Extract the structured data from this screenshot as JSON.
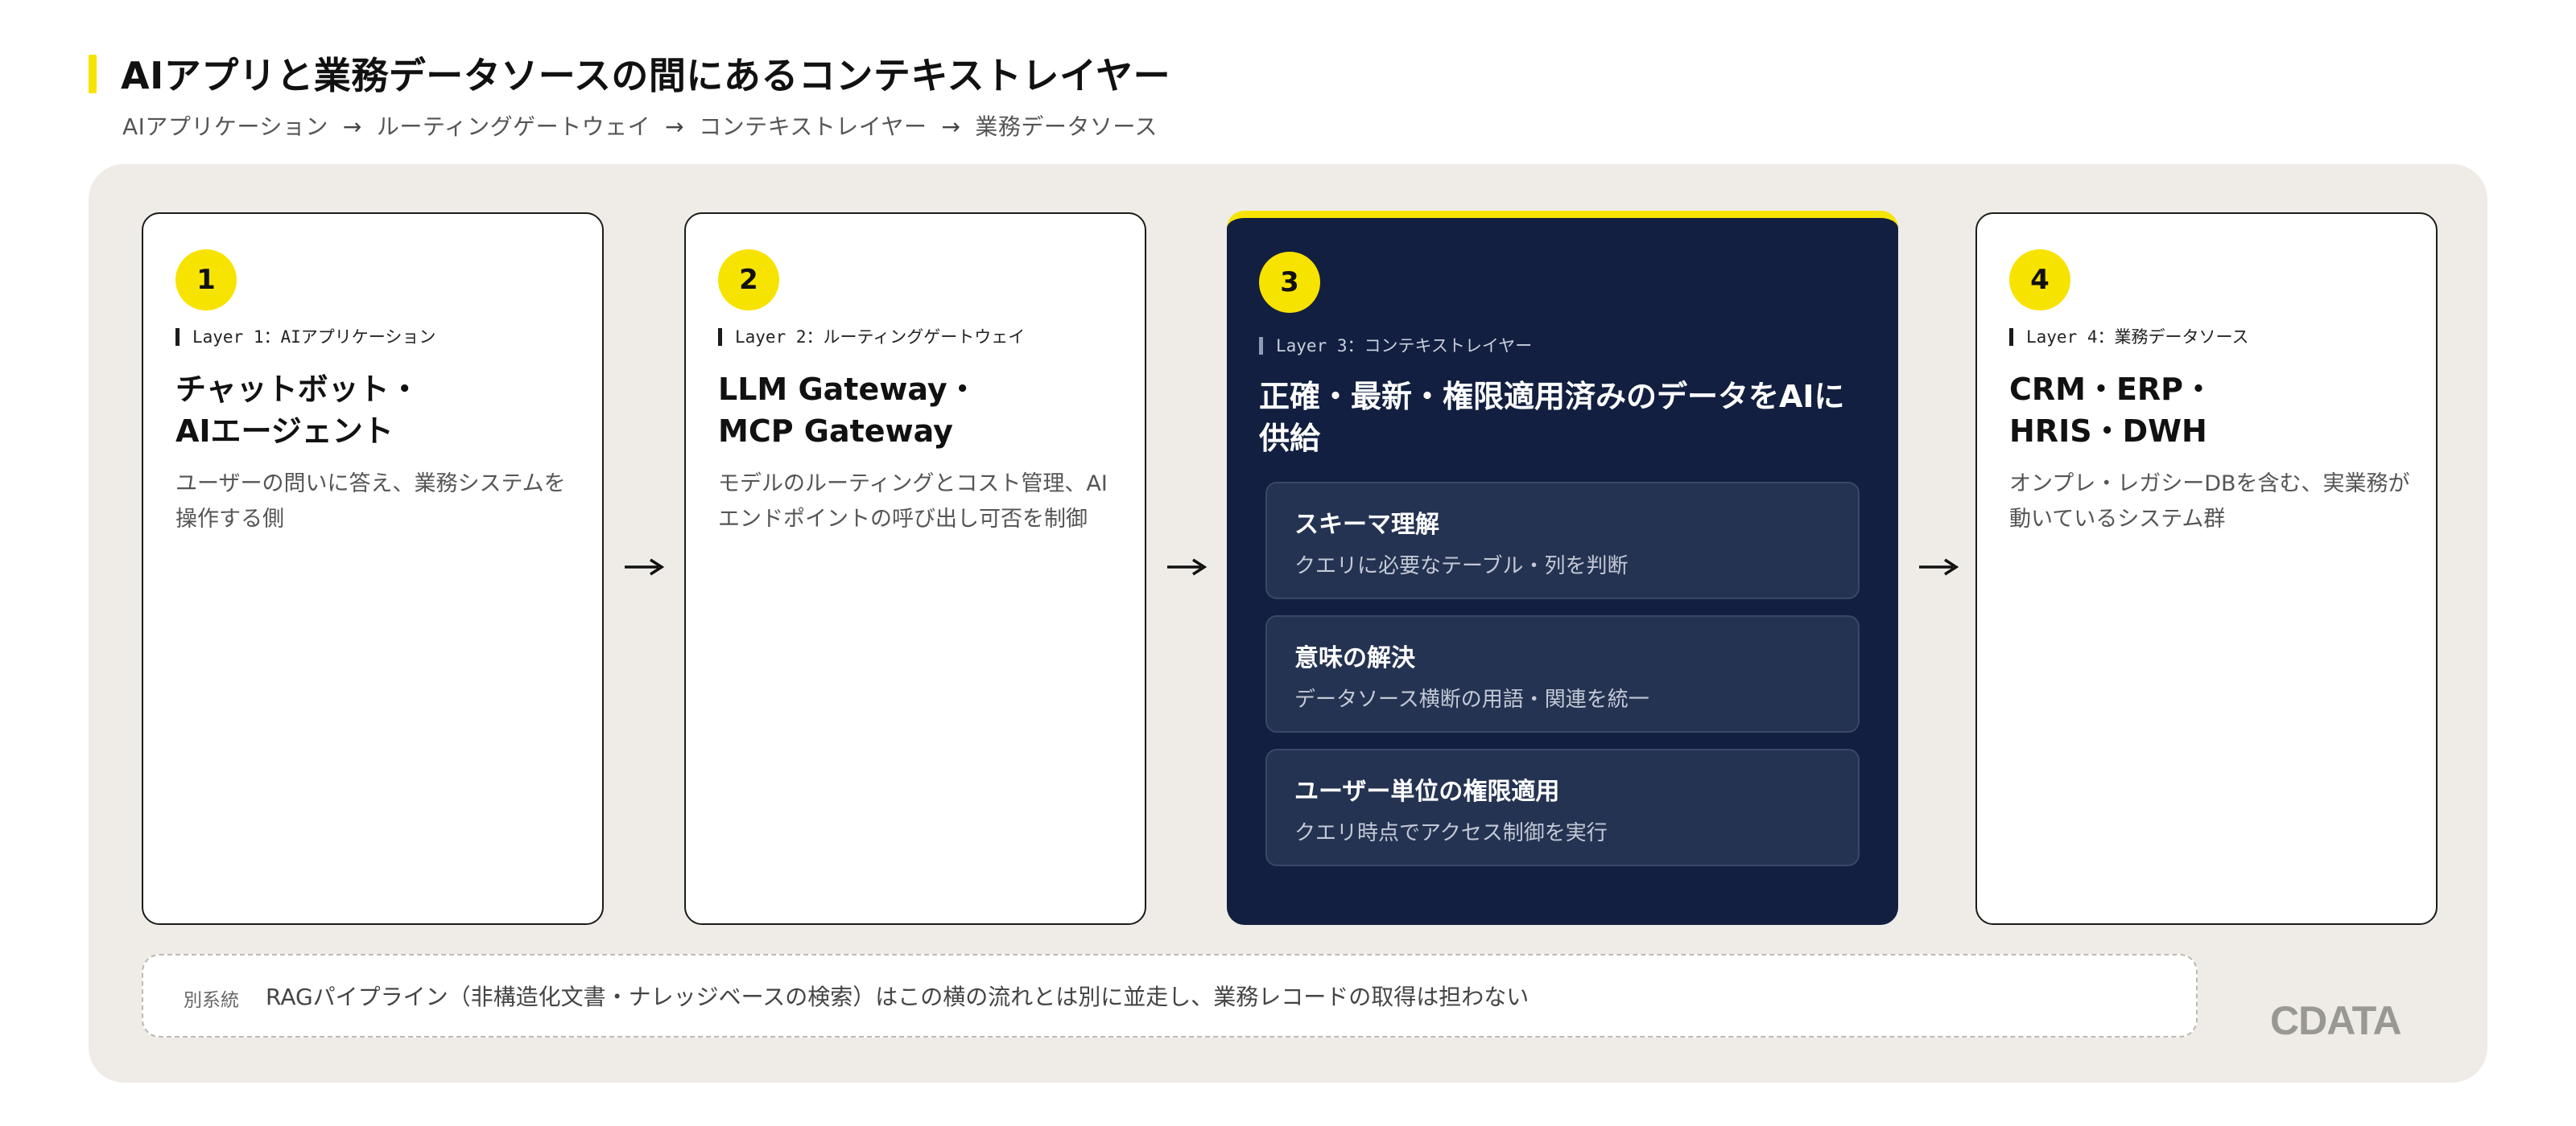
{
  "header": {
    "title": "AIアプリと業務データソースの間にあるコンテキストレイヤー",
    "flow": [
      "AIアプリケーション",
      "ルーティングゲートウェイ",
      "コンテキストレイヤー",
      "業務データソース"
    ],
    "flow_arrow": "→"
  },
  "layers": [
    {
      "number": "1",
      "tag": "Layer 1：AIアプリケーション",
      "title_lines": [
        "チャットボット・",
        "AIエージェント"
      ],
      "description": "ユーザーの問いに答え、業務システムを操作する側"
    },
    {
      "number": "2",
      "tag": "Layer 2：ルーティングゲートウェイ",
      "title_lines": [
        "LLM Gateway・",
        "MCP Gateway"
      ],
      "description": "モデルのルーティングとコスト管理、AIエンドポイントの呼び出し可否を制御"
    },
    {
      "number": "3",
      "tag": "Layer 3：コンテキストレイヤー",
      "title": "正確・最新・権限適用済みのデータをAIに供給",
      "capabilities": [
        {
          "title": "スキーマ理解",
          "description": "クエリに必要なテーブル・列を判断"
        },
        {
          "title": "意味の解決",
          "description": "データソース横断の用語・関連を統一"
        },
        {
          "title": "ユーザー単位の権限適用",
          "description": "クエリ時点でアクセス制御を実行"
        }
      ]
    },
    {
      "number": "4",
      "tag": "Layer 4：業務データソース",
      "title_lines": [
        "CRM・ERP・",
        "HRIS・DWH"
      ],
      "description": "オンプレ・レガシーDBを含む、実業務が動いているシステム群"
    }
  ],
  "note": {
    "tag": "別系統",
    "text": "RAGパイプライン（非構造化文書・ナレッジベースの検索）はこの横の流れとは別に並走し、業務レコードの取得は担わない"
  },
  "logo": {
    "text": "CDATA"
  },
  "colors": {
    "accent": "#f7e300",
    "highlight_card": "#121f40",
    "panel": "#efece7"
  },
  "icons": {
    "flow_arrow": "right-arrow-icon"
  }
}
